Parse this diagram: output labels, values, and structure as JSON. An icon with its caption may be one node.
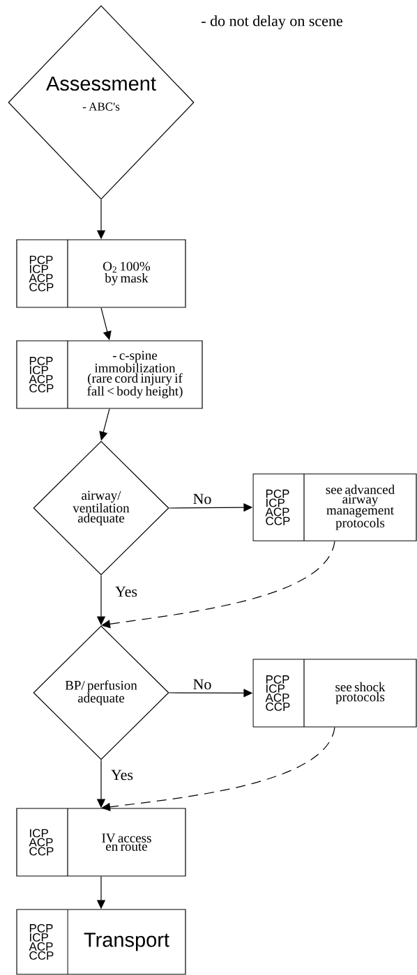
{
  "diagram": {
    "nodes": [
      {
        "text": [
          "Assessment",
          "- ABC's"
        ]
      },
      {
        "text": [
          "PCP ICP ACP CCP",
          "O$_{2}$ 100% by mask"
        ]
      },
      {
        "text": [
          "PCP ICP ACP CCP",
          "- c-spine immobilization (rare cord injury if fall < body height)"
        ]
      },
      {
        "text": [
          "airway/ ventilation adequate"
        ]
      },
      {
        "text": [
          "PCP ICP ACP CCP",
          "see advanced airway management protocols"
        ]
      },
      {
        "text": [
          "BP/ perfusion adequate"
        ]
      },
      {
        "text": [
          "PCP ICP ACP CCP",
          "see shock protocols"
        ]
      },
      {
        "text": [
          "ICP ACP CCP",
          "IV access en route"
        ]
      },
      {
        "text": [
          "PCP ICP ACP CCP",
          "Transport"
        ]
      }
    ],
    "edges": [
      {
        "from": 0,
        "to": 1,
        "arrow": "to"
      },
      {
        "from": 1,
        "to": 2,
        "arrow": "to"
      },
      {
        "from": 2,
        "to": 3,
        "arrow": "to"
      },
      {
        "from": 3,
        "to": 4,
        "arrow": "to",
        "label": "No"
      },
      {
        "from": 3,
        "to": 5,
        "arrow": "to",
        "label": "Yes"
      },
      {
        "from": 4,
        "to": 5,
        "arrow": "to",
        "style": "dashed"
      },
      {
        "from": 5,
        "to": 6,
        "arrow": "to",
        "label": "No"
      },
      {
        "from": 5,
        "to": 7,
        "arrow": "to",
        "label": "Yes"
      },
      {
        "from": 6,
        "to": 7,
        "arrow": "to",
        "style": "dashed"
      },
      {
        "from": 7,
        "to": 8,
        "arrow": "to"
      }
    ],
    "labels": [
      "- do not delay on scene"
    ]
  }
}
